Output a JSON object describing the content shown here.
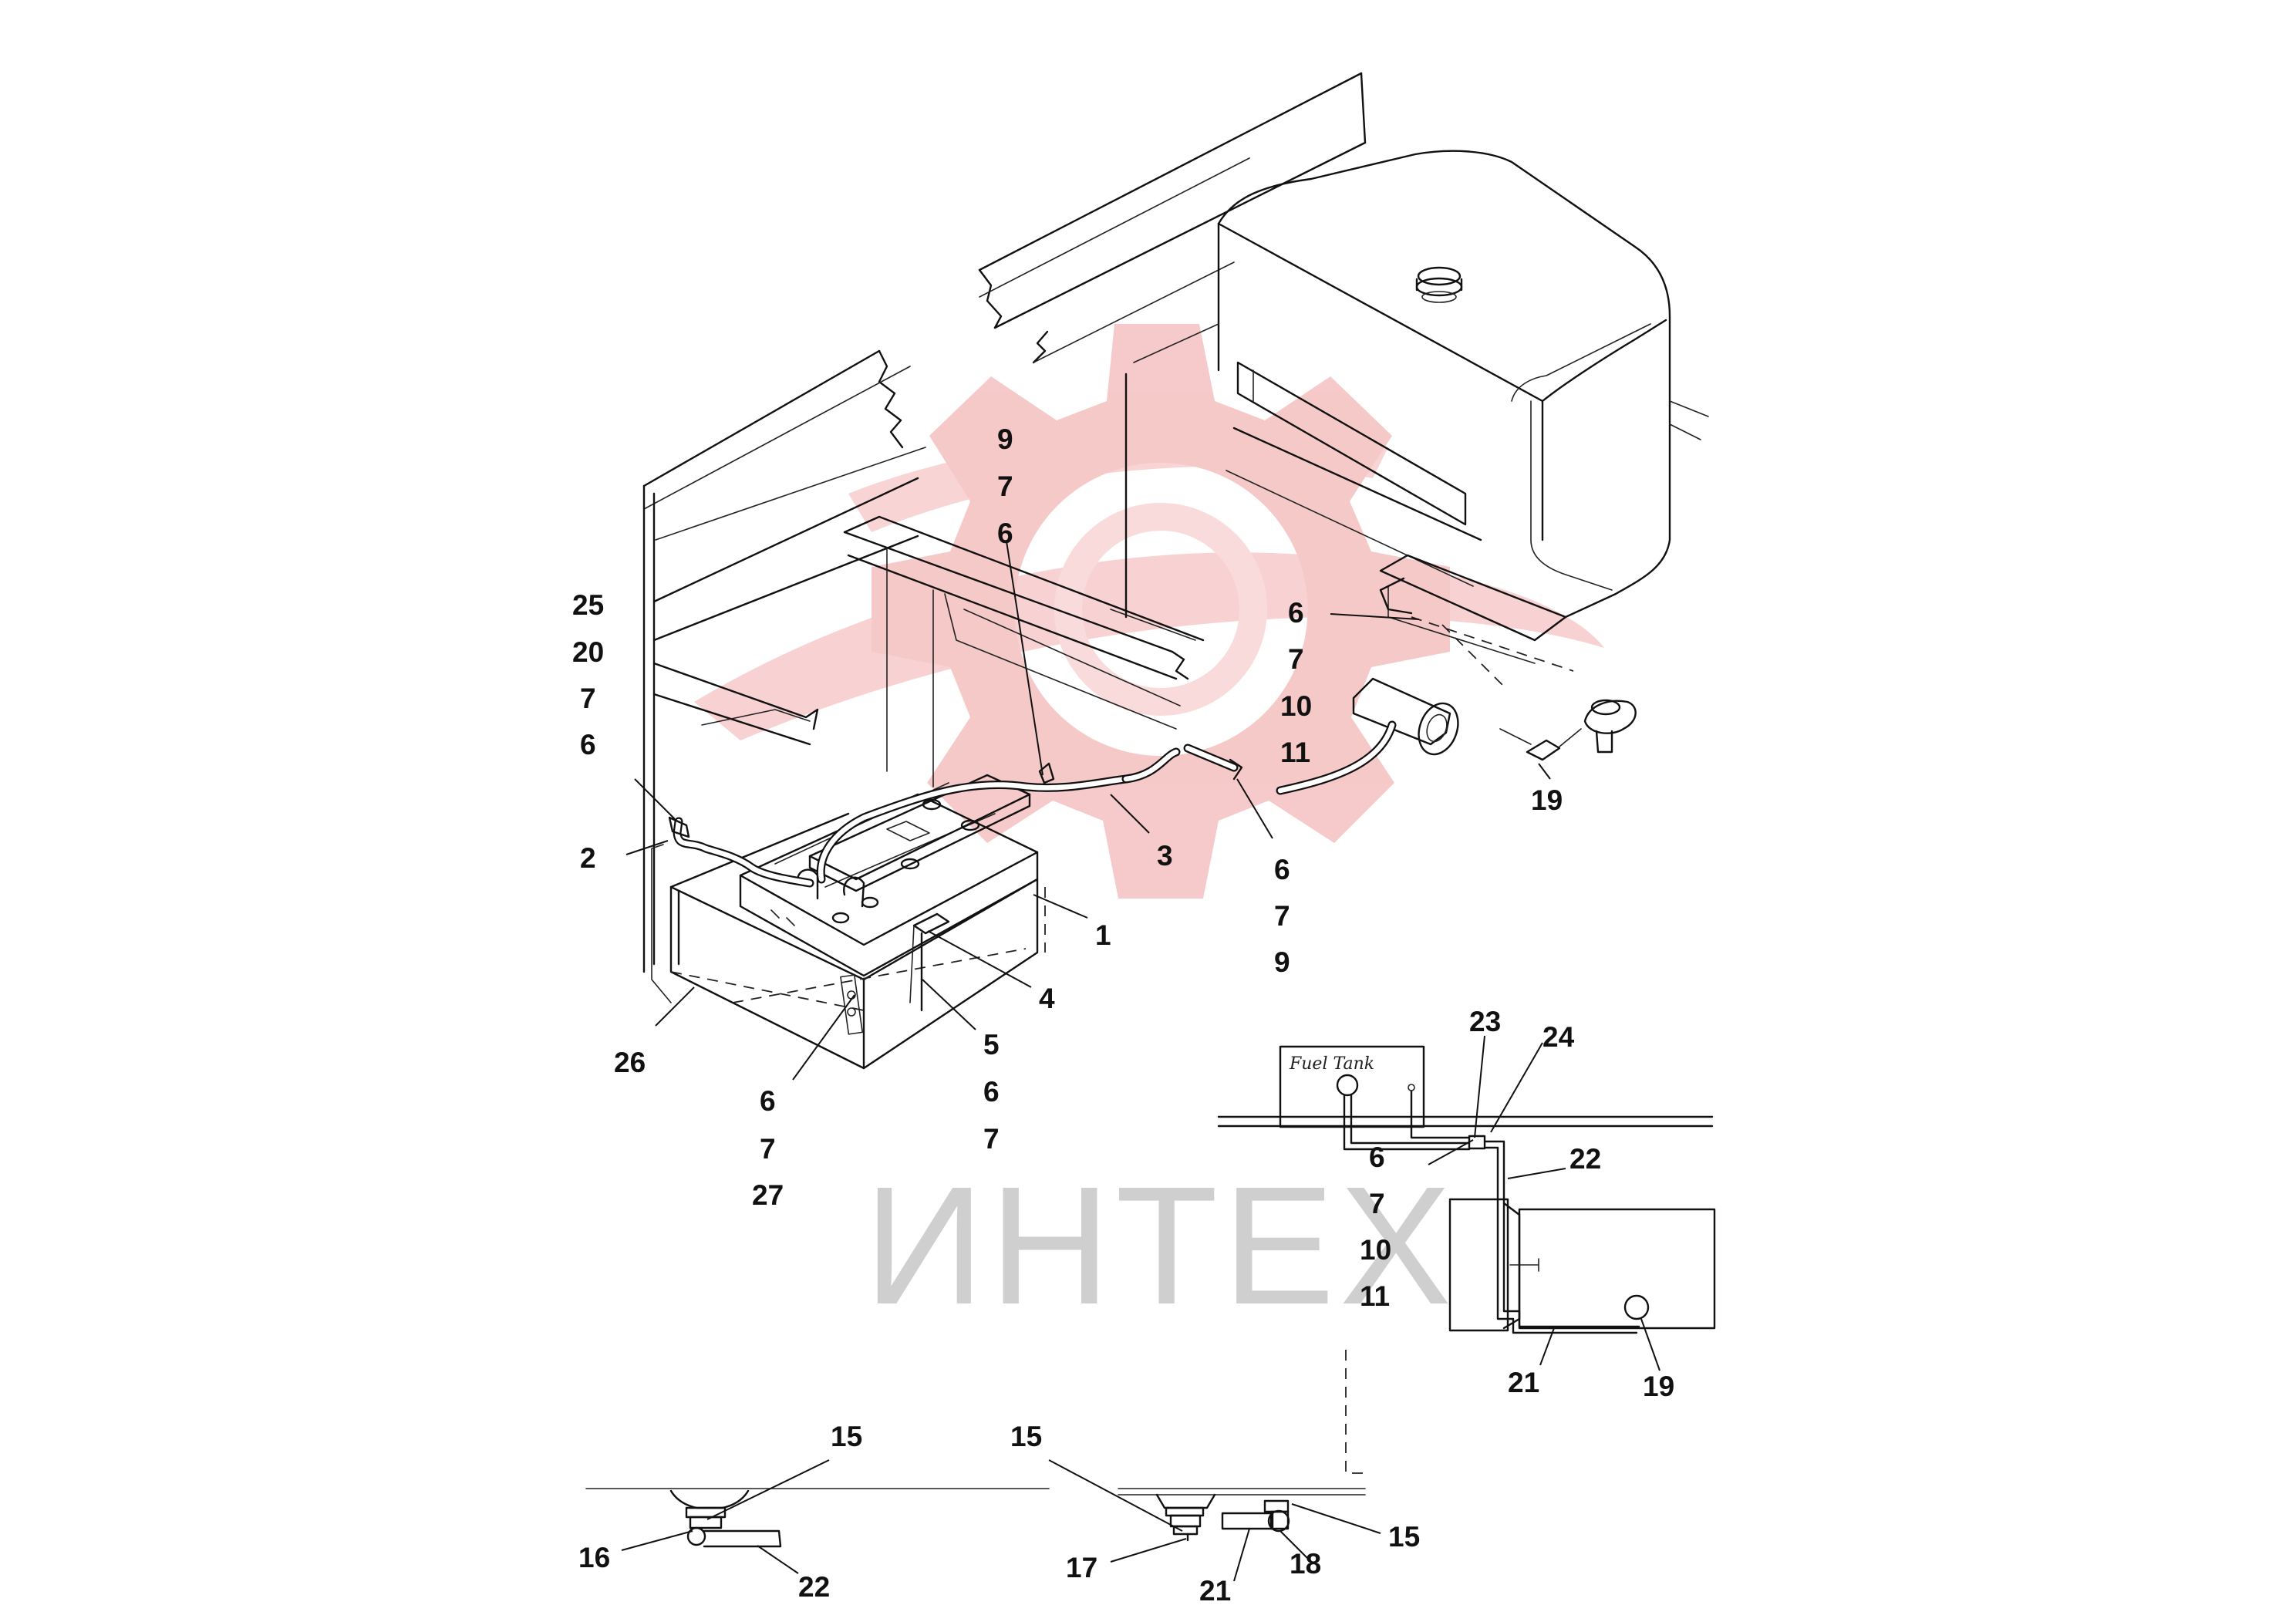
{
  "watermark": {
    "text": "ИНТЕХ",
    "gear_color": "#f6c7c7",
    "text_color": "#cfcfcf"
  },
  "fuel_tank_panel": {
    "label": "Fuel Tank"
  },
  "callouts": {
    "top_stack": [
      "9",
      "7",
      "6"
    ],
    "left_stack": [
      "25",
      "20",
      "7",
      "6"
    ],
    "left_2": "2",
    "tank_stack": [
      "6",
      "7",
      "10",
      "11"
    ],
    "sender_19": "19",
    "hose_3": "3",
    "mid_stack": [
      "6",
      "7",
      "9"
    ],
    "battery_1": "1",
    "clamp_4": "4",
    "bottom_stack": [
      "5",
      "6",
      "7"
    ],
    "box_26": "26",
    "box_stack": [
      "6",
      "7",
      "27"
    ],
    "detail_23": "23",
    "detail_24": "24",
    "detail_22": "22",
    "detail_stack": [
      "6",
      "7",
      "10",
      "11"
    ],
    "detail_21": "21",
    "detail_19": "19",
    "fitting_a": {
      "top": "15",
      "left": "16",
      "right": "22"
    },
    "fitting_b": {
      "top_left": "15",
      "left": "17",
      "bottom": "21",
      "mid": "18",
      "right": "15"
    }
  }
}
